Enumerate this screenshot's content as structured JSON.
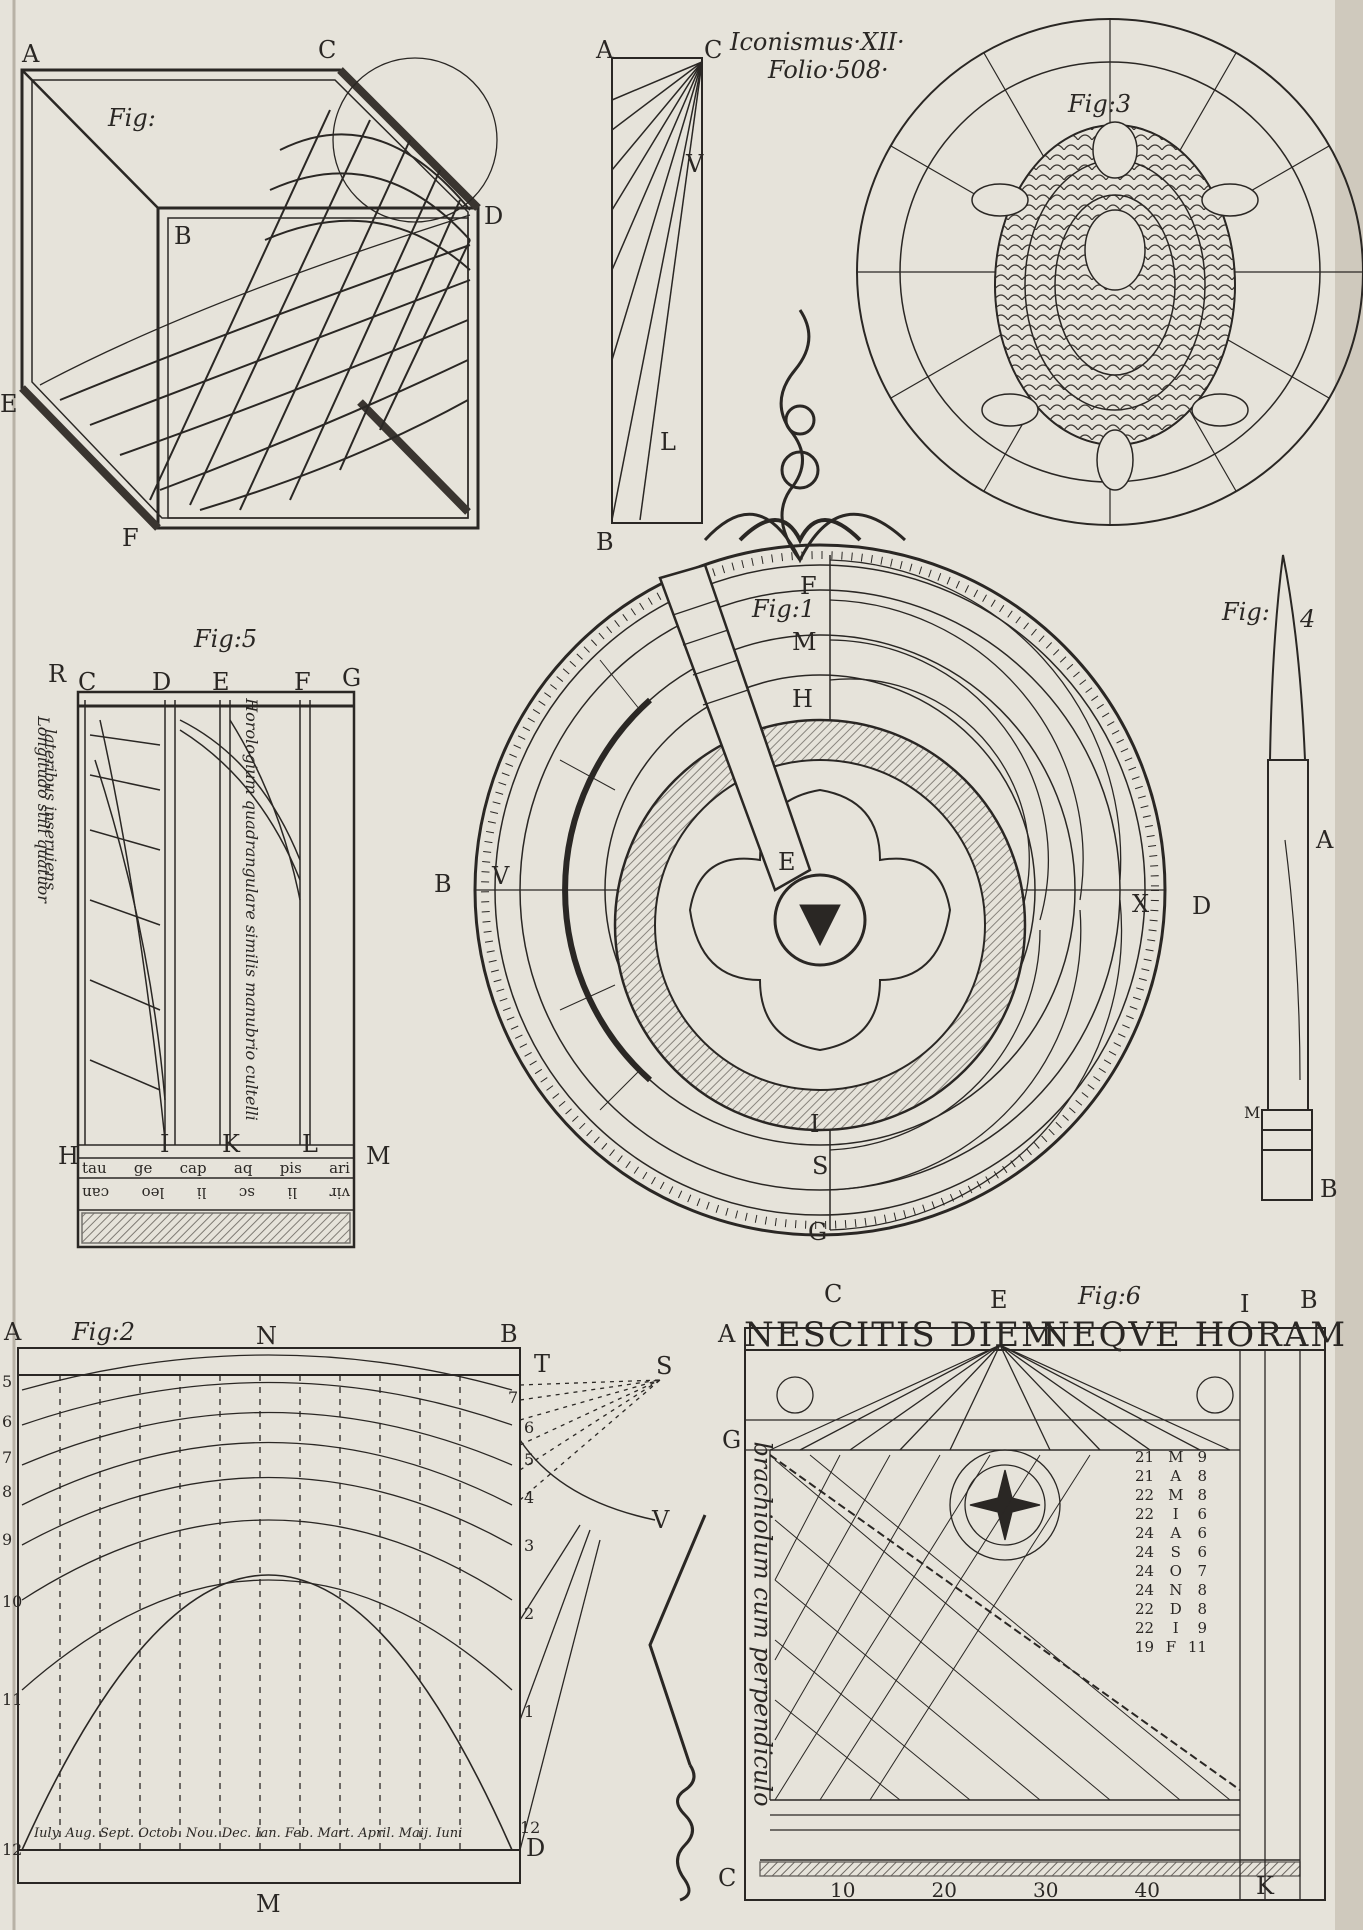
{
  "header": {
    "title": "Iconismus·XII·",
    "folio": "Folio·508·"
  },
  "labels": {
    "fig_1": "Fig:1",
    "fig_2": "Fig:2",
    "fig_3": "Fig:3",
    "fig_4": "Fig:",
    "fig_4_num": "4",
    "fig_5": "Fig:5",
    "fig_6": "Fig:6",
    "fig_top_left": "Fig:"
  },
  "fig1": {
    "letters": {
      "F": "F",
      "M": "M",
      "H": "H",
      "B": "B",
      "V": "V",
      "E": "E",
      "X": "X",
      "D": "D",
      "I": "I",
      "G": "G",
      "S": "S",
      "C": "C"
    }
  },
  "fig2": {
    "corner_a": "A",
    "corner_n": "N",
    "corner_b": "B",
    "corner_t": "T",
    "corner_s": "S",
    "corner_v": "V",
    "corner_d": "D",
    "corner_m": "M",
    "months": "Iuly. Aug. Sept. Octob. Nou. Dec. Ian. Feb. Mart. April. Maij. Iuni",
    "left_hours": [
      "5",
      "6",
      "7",
      "8",
      "9",
      "10",
      "11",
      "12"
    ],
    "right_hours": [
      "7",
      "6",
      "5",
      "4",
      "3",
      "2",
      "1",
      "12"
    ]
  },
  "fig4": {
    "a": "A",
    "b": "B",
    "m": "M"
  },
  "fig5": {
    "corners": {
      "r": "R",
      "c": "C",
      "d": "D",
      "e": "E",
      "f": "F",
      "g": "G",
      "h": "H",
      "i": "I",
      "k": "K",
      "l": "L",
      "m": "M"
    },
    "side_text_1": "Longitudo stili quatuor",
    "side_text_2": "lateribus inseruiens",
    "center_text": "Horologium quadrangulare similis manubrio cultelli",
    "signs_row": [
      "tau",
      "ge",
      "cap",
      "aq",
      "pis",
      "ari"
    ],
    "signs_row_inverted": [
      "can",
      "leo",
      "li",
      "sc",
      "li",
      "vir"
    ]
  },
  "fig6": {
    "motto_left": "NESCITIS DIEM",
    "motto_right": "NEQVE HORAM",
    "corner_a": "A",
    "corner_e": "E",
    "corner_i": "I",
    "corner_b": "B",
    "corner_g": "G",
    "corner_c": "C",
    "corner_k": "K",
    "vertical_text": "brachiolum cum perpendiculo",
    "table_days": [
      "21",
      "21",
      "22",
      "22",
      "24",
      "24",
      "24",
      "24",
      "22",
      "22",
      "19"
    ],
    "table_letters": [
      "M",
      "A",
      "M",
      "I",
      "A",
      "S",
      "O",
      "N",
      "D",
      "I",
      "F"
    ],
    "table_nums": [
      "9",
      "8",
      "8",
      "6",
      "6",
      "6",
      "7",
      "8",
      "8",
      "9",
      "11"
    ],
    "bottom_scale": [
      "10",
      "20",
      "30",
      "40"
    ]
  },
  "top_left": {
    "a": "A",
    "b": "B",
    "c": "C",
    "d": "D",
    "e": "E",
    "f": "F"
  },
  "top_mid": {
    "a": "A",
    "b": "B",
    "c": "C",
    "v": "V",
    "l": "L"
  }
}
